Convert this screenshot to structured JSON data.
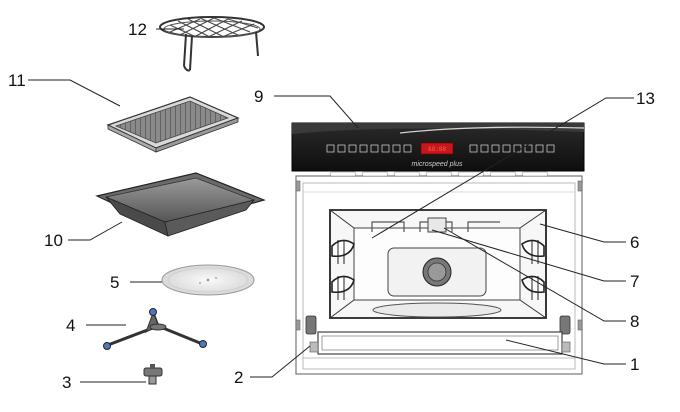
{
  "callouts": [
    {
      "id": "1",
      "text": "1"
    },
    {
      "id": "2",
      "text": "2"
    },
    {
      "id": "3",
      "text": "3"
    },
    {
      "id": "4",
      "text": "4"
    },
    {
      "id": "5",
      "text": "5"
    },
    {
      "id": "6",
      "text": "6"
    },
    {
      "id": "7",
      "text": "7"
    },
    {
      "id": "8",
      "text": "8"
    },
    {
      "id": "9",
      "text": "9"
    },
    {
      "id": "10",
      "text": "10"
    },
    {
      "id": "11",
      "text": "11"
    },
    {
      "id": "12",
      "text": "12"
    },
    {
      "id": "13",
      "text": "13"
    }
  ],
  "control_panel": {
    "brand_text": "microspeed plus",
    "display_text": "88:88"
  },
  "colors": {
    "panel": "#1a1a1a",
    "display": "#c8161d",
    "stroke": "#333333"
  }
}
